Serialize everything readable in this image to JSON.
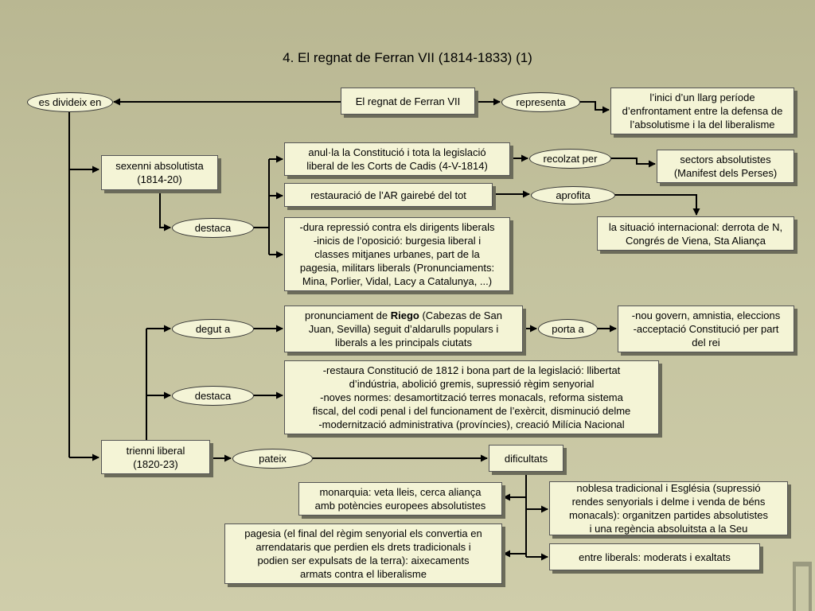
{
  "title": "4. El regnat de Ferran VII (1814-1833) (1)",
  "ovals": {
    "es_divideix_en": "es divideix en",
    "representa": "representa",
    "recolzat_per": "recolzat per",
    "aprofita": "aprofita",
    "destaca_1": "destaca",
    "degut_a": "degut a",
    "porta_a": "porta a",
    "destaca_2": "destaca",
    "pateix": "pateix"
  },
  "boxes": {
    "regnat": "El regnat de Ferran VII",
    "inici": [
      "l’inici d’un llarg període",
      "d’enfrontament entre la defensa de",
      "l’absolutisme i la del liberalisme"
    ],
    "sexenni": [
      "sexenni absolutista",
      "(1814-20)"
    ],
    "anulla": [
      "anul·la la Constitució i tota la legislació",
      "liberal de les Corts de Cadis (4-V-1814)"
    ],
    "sectors": [
      "sectors absolutistes",
      "(Manifest dels Perses)"
    ],
    "restauracio": "restauració de l’AR gairebé del tot",
    "situacio": [
      "la situació internacional: derrota de N,",
      "Congrés de Viena, Sta Aliança"
    ],
    "repressio": [
      "-dura repressió contra els dirigents liberals",
      "-inicis de l’oposició: burgesia liberal i",
      "classes mitjanes urbanes, part de la",
      "pagesia, militars liberals (Pronunciaments:",
      "Mina, Porlier, Vidal, Lacy a Catalunya, ...)"
    ],
    "pronunciament": {
      "pre": "pronunciament de ",
      "bold": "Riego",
      "post": " (Cabezas de San",
      "line2": "Juan, Sevilla) seguit d’aldarulls populars i",
      "line3": "liberals a les principals ciutats"
    },
    "nou_govern": [
      "-nou govern, amnistia, eleccions",
      "-acceptació Constitució per part",
      "del rei"
    ],
    "restaura": [
      "-restaura Constitució de 1812 i bona part de la legislació: llibertat",
      "d’indústria, abolició gremis, supressió règim senyorial",
      "-noves normes: desamortització terres monacals, reforma sistema",
      "fiscal, del codi penal i del funcionament de l’exèrcit, disminució delme",
      "-modernització administrativa (províncies), creació Milícia Nacional"
    ],
    "trienni": [
      "trienni liberal",
      "(1820-23)"
    ],
    "dificultats": "dificultats",
    "monarquia": [
      "monarquia: veta lleis, cerca aliança",
      "amb potències europees absolutistes"
    ],
    "noblesa": [
      "noblesa tradicional i Església (supressió",
      "rendes senyorials i delme i venda de béns",
      "monacals): organitzen partides absolutistes",
      "i una regència absoluitsta a la Seu"
    ],
    "pagesia": [
      "pagesia (el final del règim senyorial els convertia en",
      "arrendataris que perdien els drets tradicionals i",
      "podien ser expulsats de la terra): aixecaments",
      "armats contra el liberalisme"
    ],
    "liberals": "entre liberals: moderats i exaltats"
  }
}
